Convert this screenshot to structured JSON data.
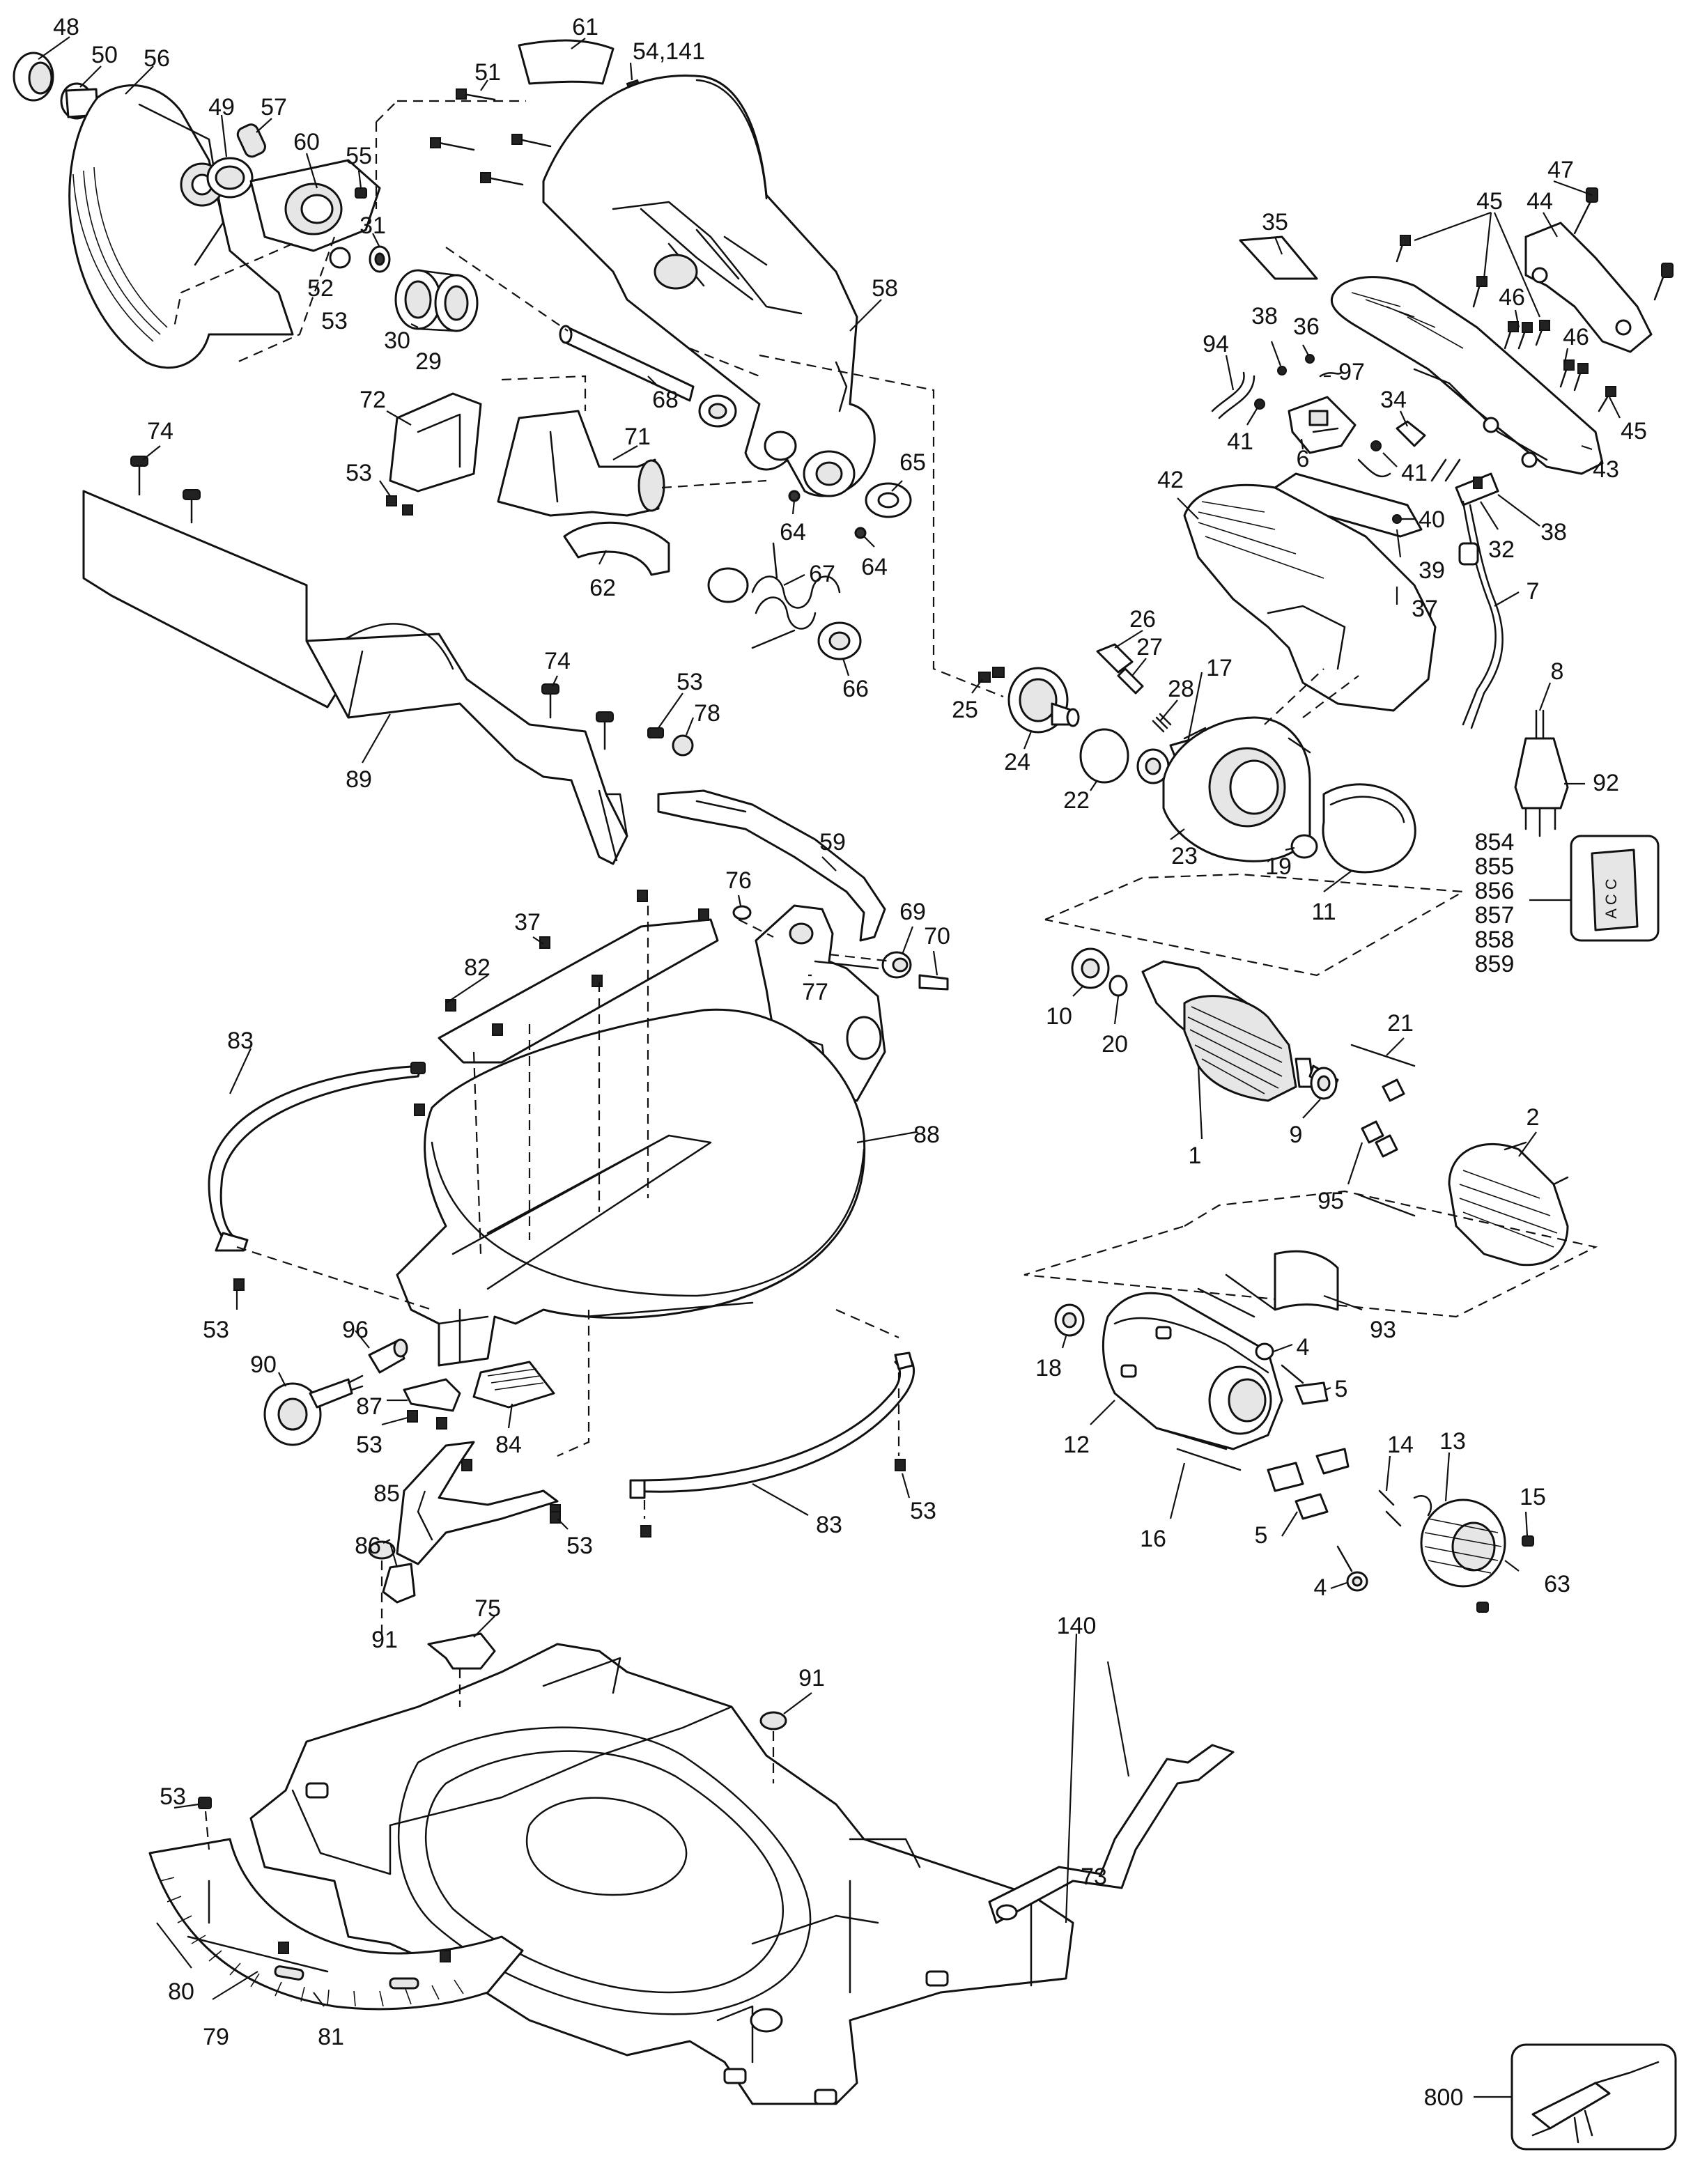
{
  "callouts": [
    {
      "id": "48",
      "text": "48"
    },
    {
      "id": "50",
      "text": "50"
    },
    {
      "id": "56",
      "text": "56"
    },
    {
      "id": "49",
      "text": "49"
    },
    {
      "id": "57",
      "text": "57"
    },
    {
      "id": "60",
      "text": "60"
    },
    {
      "id": "55",
      "text": "55"
    },
    {
      "id": "31",
      "text": "31"
    },
    {
      "id": "52",
      "text": "52"
    },
    {
      "id": "53a",
      "text": "53"
    },
    {
      "id": "30",
      "text": "30"
    },
    {
      "id": "29",
      "text": "29"
    },
    {
      "id": "61",
      "text": "61"
    },
    {
      "id": "54_141",
      "text": "54,141"
    },
    {
      "id": "51",
      "text": "51"
    },
    {
      "id": "58",
      "text": "58"
    },
    {
      "id": "68",
      "text": "68"
    },
    {
      "id": "72",
      "text": "72"
    },
    {
      "id": "71",
      "text": "71"
    },
    {
      "id": "53b",
      "text": "53"
    },
    {
      "id": "62",
      "text": "62"
    },
    {
      "id": "64a",
      "text": "64"
    },
    {
      "id": "64b",
      "text": "64"
    },
    {
      "id": "65",
      "text": "65"
    },
    {
      "id": "67",
      "text": "67"
    },
    {
      "id": "66",
      "text": "66"
    },
    {
      "id": "74a",
      "text": "74"
    },
    {
      "id": "74b",
      "text": "74"
    },
    {
      "id": "89",
      "text": "89"
    },
    {
      "id": "53c",
      "text": "53"
    },
    {
      "id": "78",
      "text": "78"
    },
    {
      "id": "59",
      "text": "59"
    },
    {
      "id": "76",
      "text": "76"
    },
    {
      "id": "69",
      "text": "69"
    },
    {
      "id": "70",
      "text": "70"
    },
    {
      "id": "77",
      "text": "77"
    },
    {
      "id": "37a",
      "text": "37"
    },
    {
      "id": "82",
      "text": "82"
    },
    {
      "id": "83a",
      "text": "83"
    },
    {
      "id": "88",
      "text": "88"
    },
    {
      "id": "53d",
      "text": "53"
    },
    {
      "id": "96",
      "text": "96"
    },
    {
      "id": "90",
      "text": "90"
    },
    {
      "id": "87",
      "text": "87"
    },
    {
      "id": "53e",
      "text": "53"
    },
    {
      "id": "84",
      "text": "84"
    },
    {
      "id": "85",
      "text": "85"
    },
    {
      "id": "86",
      "text": "86"
    },
    {
      "id": "53f",
      "text": "53"
    },
    {
      "id": "83b",
      "text": "83"
    },
    {
      "id": "53g",
      "text": "53"
    },
    {
      "id": "75",
      "text": "75"
    },
    {
      "id": "91a",
      "text": "91"
    },
    {
      "id": "91b",
      "text": "91"
    },
    {
      "id": "140",
      "text": "140"
    },
    {
      "id": "73",
      "text": "73"
    },
    {
      "id": "53h",
      "text": "53"
    },
    {
      "id": "80",
      "text": "80"
    },
    {
      "id": "79",
      "text": "79"
    },
    {
      "id": "81",
      "text": "81"
    },
    {
      "id": "35",
      "text": "35"
    },
    {
      "id": "45a",
      "text": "45"
    },
    {
      "id": "47",
      "text": "47"
    },
    {
      "id": "44",
      "text": "44"
    },
    {
      "id": "46a",
      "text": "46"
    },
    {
      "id": "46b",
      "text": "46"
    },
    {
      "id": "45b",
      "text": "45"
    },
    {
      "id": "43",
      "text": "43"
    },
    {
      "id": "94",
      "text": "94"
    },
    {
      "id": "38a",
      "text": "38"
    },
    {
      "id": "36",
      "text": "36"
    },
    {
      "id": "97",
      "text": "97"
    },
    {
      "id": "34",
      "text": "34"
    },
    {
      "id": "41a",
      "text": "41"
    },
    {
      "id": "6",
      "text": "6"
    },
    {
      "id": "41b",
      "text": "41"
    },
    {
      "id": "32",
      "text": "32"
    },
    {
      "id": "38b",
      "text": "38"
    },
    {
      "id": "42",
      "text": "42"
    },
    {
      "id": "40",
      "text": "40"
    },
    {
      "id": "39",
      "text": "39"
    },
    {
      "id": "37b",
      "text": "37"
    },
    {
      "id": "7",
      "text": "7"
    },
    {
      "id": "8",
      "text": "8"
    },
    {
      "id": "92",
      "text": "92"
    },
    {
      "id": "26",
      "text": "26"
    },
    {
      "id": "27",
      "text": "27"
    },
    {
      "id": "17",
      "text": "17"
    },
    {
      "id": "28",
      "text": "28"
    },
    {
      "id": "25",
      "text": "25"
    },
    {
      "id": "24",
      "text": "24"
    },
    {
      "id": "22",
      "text": "22"
    },
    {
      "id": "23",
      "text": "23"
    },
    {
      "id": "19",
      "text": "19"
    },
    {
      "id": "11",
      "text": "11"
    },
    {
      "id": "10",
      "text": "10"
    },
    {
      "id": "20",
      "text": "20"
    },
    {
      "id": "1",
      "text": "1"
    },
    {
      "id": "9",
      "text": "9"
    },
    {
      "id": "21",
      "text": "21"
    },
    {
      "id": "2",
      "text": "2"
    },
    {
      "id": "95",
      "text": "95"
    },
    {
      "id": "93",
      "text": "93"
    },
    {
      "id": "18",
      "text": "18"
    },
    {
      "id": "4a",
      "text": "4"
    },
    {
      "id": "5a",
      "text": "5"
    },
    {
      "id": "12",
      "text": "12"
    },
    {
      "id": "14",
      "text": "14"
    },
    {
      "id": "13",
      "text": "13"
    },
    {
      "id": "15",
      "text": "15"
    },
    {
      "id": "16",
      "text": "16"
    },
    {
      "id": "5b",
      "text": "5"
    },
    {
      "id": "63",
      "text": "63"
    },
    {
      "id": "4b",
      "text": "4"
    }
  ],
  "label_box": {
    "numbers": [
      "854",
      "855",
      "856",
      "857",
      "858",
      "859"
    ],
    "tag_text": "A C C"
  },
  "tool_box": {
    "number": "800"
  }
}
